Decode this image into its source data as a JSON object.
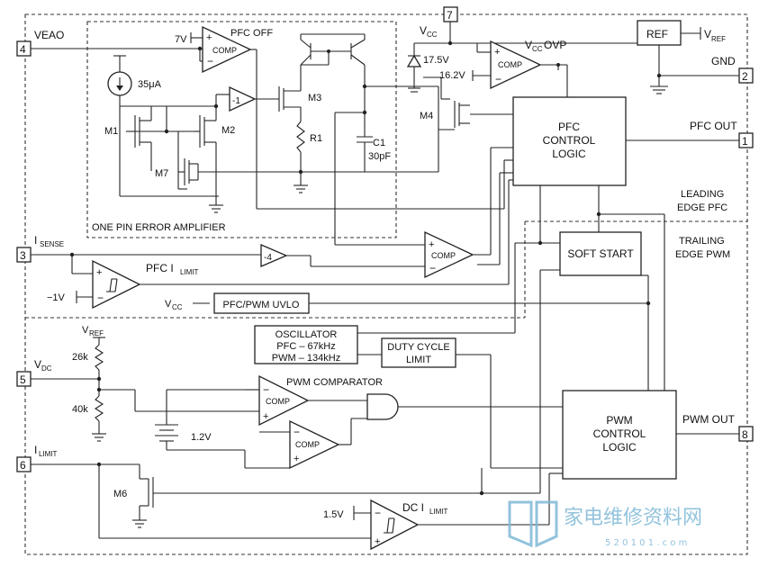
{
  "pins": {
    "veao": {
      "num": "4",
      "label": "VEAO"
    },
    "vcc": {
      "num": "7",
      "label": "V",
      "sub": "CC"
    },
    "gnd": {
      "num": "2",
      "label": "GND"
    },
    "pfc_out": {
      "num": "1",
      "label": "PFC OUT"
    },
    "isense": {
      "num": "3",
      "label": "I",
      "sub": "SENSE"
    },
    "vdc": {
      "num": "5",
      "label": "V",
      "sub": "DC"
    },
    "ilimit": {
      "num": "6",
      "label": "I",
      "sub": "LIMIT"
    },
    "pwm_out": {
      "num": "8",
      "label": "PWM OUT"
    }
  },
  "error_amp": {
    "title": "ONE PIN ERROR AMPLIFIER",
    "pfc_off": "PFC OFF",
    "v7": "7V",
    "comp": "COMP",
    "current": "35μA",
    "m1": "M1",
    "m2": "M2",
    "m3": "M3",
    "m7": "M7",
    "inv": "-1",
    "r1": "R1",
    "c1": "C1",
    "c1_val": "30pF"
  },
  "vcc_ovp": {
    "label": "V",
    "sub": "CC",
    "suffix": " OVP",
    "zener": "17.5V",
    "v162": "16.2V",
    "comp": "COMP",
    "m4": "M4"
  },
  "ref": {
    "label": "REF",
    "vref": "V",
    "vref_sub": "REF"
  },
  "pfc_logic": {
    "line1": "PFC",
    "line2": "CONTROL",
    "line3": "LOGIC"
  },
  "modes": {
    "leading1": "LEADING",
    "leading2": "EDGE PFC",
    "trailing1": "TRAILING",
    "trailing2": "EDGE PWM"
  },
  "soft_start": "SOFT START",
  "isense_path": {
    "gain": "-4",
    "comp": "COMP",
    "pfc_ilimit": "PFC I",
    "pfc_ilimit_sub": "LIMIT",
    "neg1v": "−1V"
  },
  "uvlo": {
    "vcc": "V",
    "vcc_sub": "CC",
    "label": "PFC/PWM UVLO"
  },
  "oscillator": {
    "line1": "OSCILLATOR",
    "line2": "PFC – 67kHz",
    "line3": "PWM – 134kHz"
  },
  "duty": {
    "line1": "DUTY CYCLE",
    "line2": "LIMIT"
  },
  "divider": {
    "vref": "V",
    "vref_sub": "REF",
    "r_top": "26k",
    "r_bot": "40k"
  },
  "pwm_comp": {
    "title": "PWM COMPARATOR",
    "comp": "COMP",
    "comp2": "COMP",
    "v12": "1.2V"
  },
  "pwm_logic": {
    "line1": "PWM",
    "line2": "CONTROL",
    "line3": "LOGIC"
  },
  "m6": "M6",
  "dc_ilimit": {
    "v15": "1.5V",
    "label": "DC I",
    "sub": "LIMIT"
  },
  "watermark": {
    "cn": "家电维修资料网",
    "num": "5 2 0 1 0 1 . c o m"
  }
}
